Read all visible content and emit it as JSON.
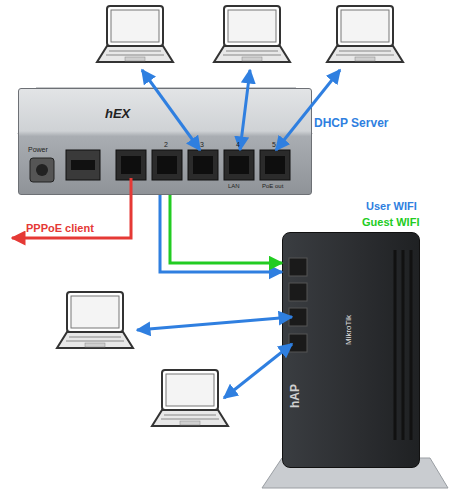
{
  "diagram": {
    "nodes": [
      {
        "text": [
          "hEX"
        ]
      },
      {
        "text": [
          "hAP",
          "MikroTik"
        ]
      }
    ],
    "edges": [
      {
        "from": 0,
        "to": 1,
        "arrow": "to"
      },
      {
        "from": 0,
        "to": 1,
        "arrow": "to"
      }
    ],
    "labels": [
      "DHCP Server",
      "PPPoE client",
      "User WIFI",
      "Guest WIFI",
      "Power",
      "2",
      "3",
      "4",
      "5",
      "LAN",
      "PoE out"
    ]
  }
}
